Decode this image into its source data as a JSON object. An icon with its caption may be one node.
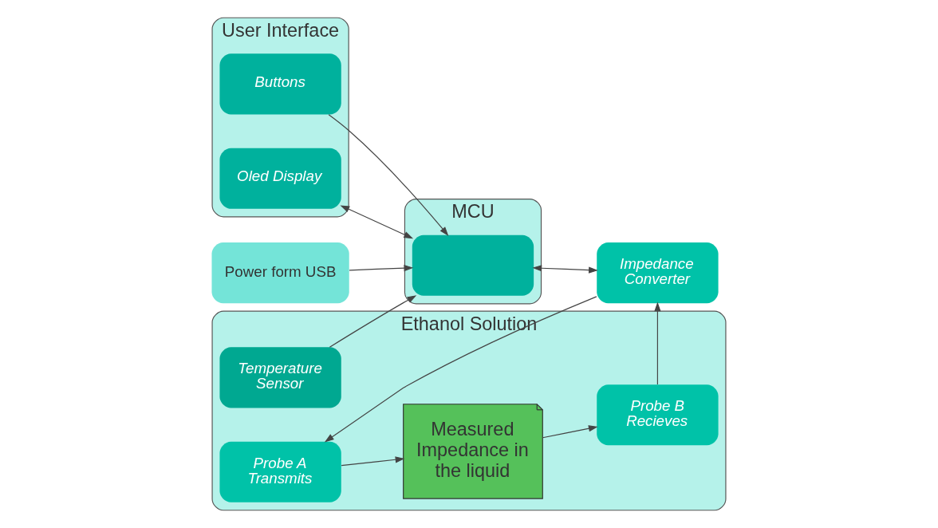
{
  "diagram": {
    "nodes": [
      {
        "text": [
          "User Interface"
        ]
      },
      {
        "text": [
          "Buttons"
        ],
        "in": 0
      },
      {
        "text": [
          "Oled Display"
        ],
        "in": 0
      },
      {
        "text": [
          "Ethanol Solution"
        ]
      },
      {
        "text": [
          "Temperature Sensor"
        ],
        "in": 3
      },
      {
        "text": [
          "Probe A Transmits"
        ],
        "in": 3
      },
      {
        "text": [
          "Measured Impedance in the liquid"
        ],
        "in": 3
      },
      {
        "text": [
          "Probe B Recieves"
        ],
        "in": 3
      },
      {
        "text": [
          "MCU"
        ]
      },
      {
        "text": [],
        "shape": "box",
        "in": 8
      },
      {
        "text": [
          "Power form USB"
        ]
      },
      {
        "text": [
          "Impedance Converter"
        ]
      }
    ],
    "edges": [
      {
        "from": 1,
        "to": 9,
        "arrow": "to"
      },
      {
        "from": 9,
        "to": 2,
        "arrow": "both"
      },
      {
        "from": 4,
        "to": 9,
        "arrow": "to"
      },
      {
        "from": 10,
        "to": 9,
        "arrow": "to"
      },
      {
        "from": 9,
        "to": 11,
        "arrow": "both"
      },
      {
        "from": 11,
        "to": 5,
        "arrow": "to"
      },
      {
        "from": 5,
        "to": 6,
        "arrow": "to"
      },
      {
        "from": 6,
        "to": 7,
        "arrow": "to"
      },
      {
        "from": 7,
        "to": 11,
        "arrow": "to"
      }
    ]
  }
}
